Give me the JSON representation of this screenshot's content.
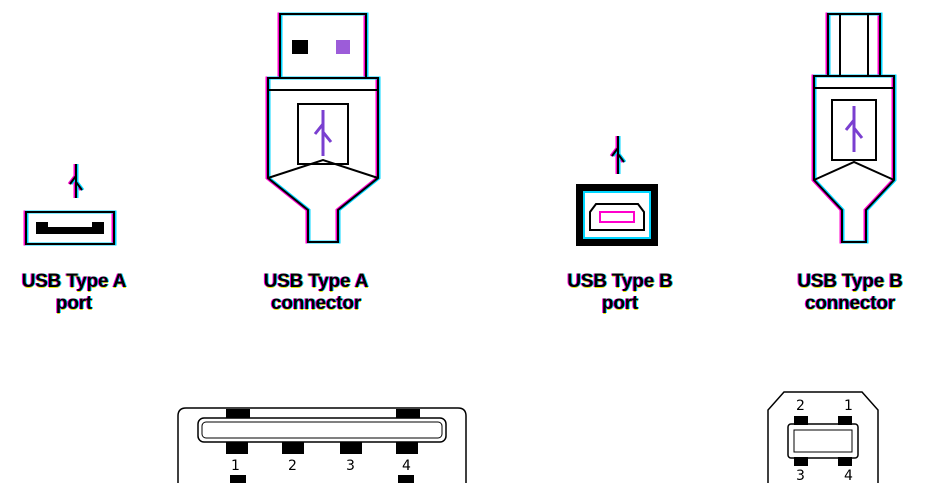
{
  "figures": [
    {
      "id": "type-a-port",
      "caption": "USB Type A\nport"
    },
    {
      "id": "type-a-connector",
      "caption": "USB Type A\nconnector"
    },
    {
      "id": "type-b-port",
      "caption": "USB Type B\nport"
    },
    {
      "id": "type-b-connector",
      "caption": "USB Type B\nconnector"
    }
  ],
  "pinouts": {
    "type_a": {
      "pins": [
        "1",
        "2",
        "3",
        "4"
      ]
    },
    "type_b": {
      "pins": [
        "2",
        "1",
        "3",
        "4"
      ]
    }
  },
  "colors": {
    "fringe_magenta": "#ff00cc",
    "fringe_cyan": "#00d6ff",
    "fringe_yellow": "#e6e600"
  }
}
